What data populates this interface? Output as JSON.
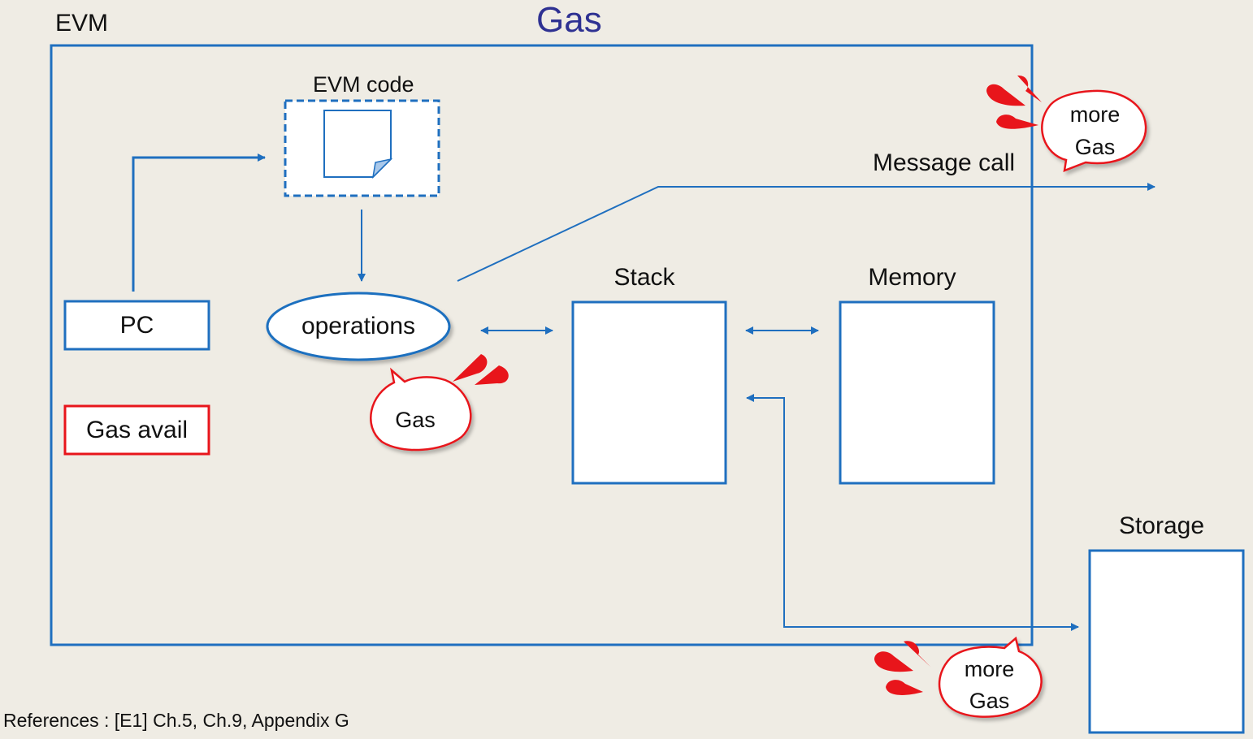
{
  "title": "Gas",
  "evm_label": "EVM",
  "evm_code_label": "EVM code",
  "pc_label": "PC",
  "gas_avail_label": "Gas avail",
  "operations_label": "operations",
  "stack_label": "Stack",
  "memory_label": "Memory",
  "storage_label": "Storage",
  "message_call_label": "Message call",
  "bubbles": {
    "gas": "Gas",
    "more_gas_top": [
      "more",
      "Gas"
    ],
    "more_gas_bottom": [
      "more",
      "Gas"
    ]
  },
  "references": "References : [E1] Ch.5, Ch.9, Appendix G",
  "colors": {
    "title": "#2e3192",
    "line_blue": "#1f6fbf",
    "bubble_red": "#e8151b",
    "background": "#efece4"
  }
}
